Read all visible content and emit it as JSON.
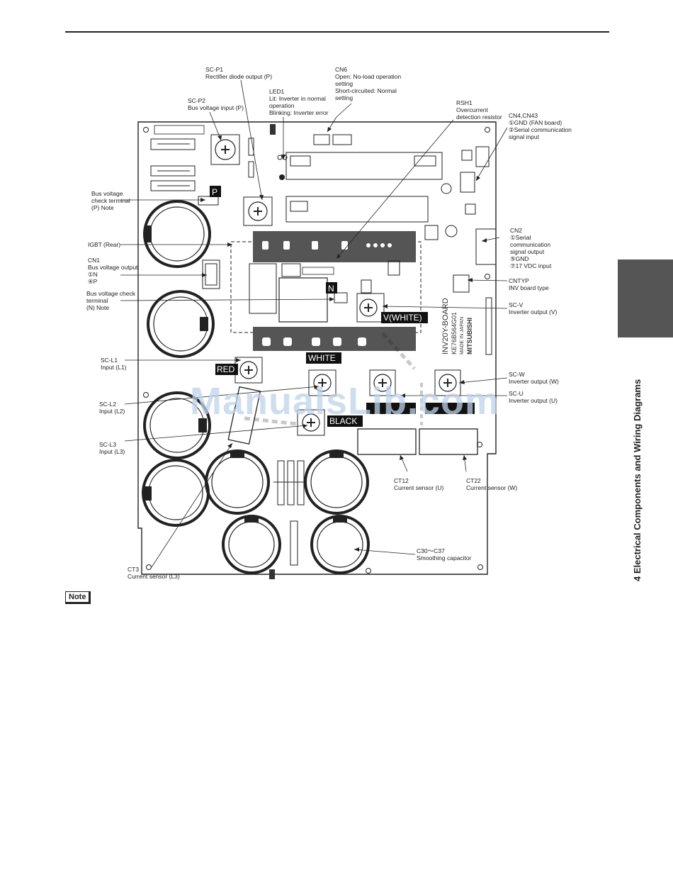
{
  "labels": {
    "scp1": "SC-P1\nRectifier diode output (P)",
    "scp2": "SC-P2\nBus voltage input (P)",
    "led1": "LED1\nLit: Inverter in normal\n      operation\nBlinking: Inverter error",
    "cn6": "CN6\nOpen: No-load operation\n          setting\nShort-circuited: Normal\n          setting",
    "rsh1": "RSH1\nOvercurrent\ndetection resistor",
    "cn4": "CN4,CN43\n①GND (FAN board)\n②Serial communication\n   signal input",
    "bus_p": "Bus voltage\ncheck terminal\n(P) Note",
    "igbt": "IGBT (Rear)",
    "cn1": "CN1\nBus voltage output\n①N\n④P",
    "bus_n": "Bus voltage check\nterminal\n(N) Note",
    "cn2": "CN2\n①Serial\n   communication\n   signal output\n⑤GND\n⑦17 VDC input",
    "cntyp": "CNTYP\nINV board type",
    "scv": "SC-V\nInverter output (V)",
    "scl1": "SC-L1\nInput (L1)",
    "scl2": "SC-L2\nInput (L2)",
    "scl3": "SC-L3\nInput (L3)",
    "scw": "SC-W\nInverter output (W)",
    "scu": "SC-U\nInverter output (U)",
    "ct12": "CT12\nCurrent sensor (U)",
    "ct22": "CT22\nCurrent sensor (W)",
    "ct3": "CT3\nCurrent sensor (L3)",
    "c30": "C30～C37\nSmoothing capacitor"
  },
  "board_tags": {
    "p": "P",
    "n": "N",
    "v_white": "V(WHITE)",
    "white": "WHITE",
    "red": "RED",
    "black": "BLACK"
  },
  "board_text": {
    "model": "INV20Y-BOARD",
    "part": "KE76B564G01",
    "made": "MADE IN JAPAN",
    "maker": "MITSUBISHI"
  },
  "side_tab": "4  Electrical Components and Wiring Diagrams",
  "note": "Note",
  "watermark": "ManualsLib.com"
}
